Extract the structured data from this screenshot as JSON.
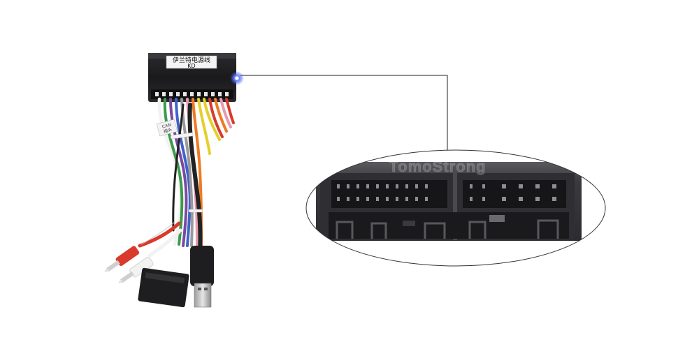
{
  "connector_label": {
    "line1": "伊兰特电源线",
    "line2": "KD"
  },
  "cable_tag": {
    "line1": "CAN",
    "line2": "插头"
  },
  "watermark": "TomoStrong",
  "colors": {
    "background": "#ffffff",
    "connector_body": "#1c1c1e",
    "led": "#3a5bff",
    "wire_red": "#d83a2c",
    "wire_orange": "#ee7a21",
    "wire_yellow": "#e6cf2a",
    "wire_green": "#3c9a4b",
    "wire_blue": "#3f63c8",
    "wire_purple": "#7a4aa3",
    "wire_grey": "#9a9a9a",
    "wire_pink": "#e59ab1",
    "wire_white": "#f2f2f2",
    "wire_black": "#222222"
  },
  "icons": [
    "harness-connector-icon",
    "usb-plug-icon",
    "rca-plug-icon",
    "leader-line-icon"
  ]
}
